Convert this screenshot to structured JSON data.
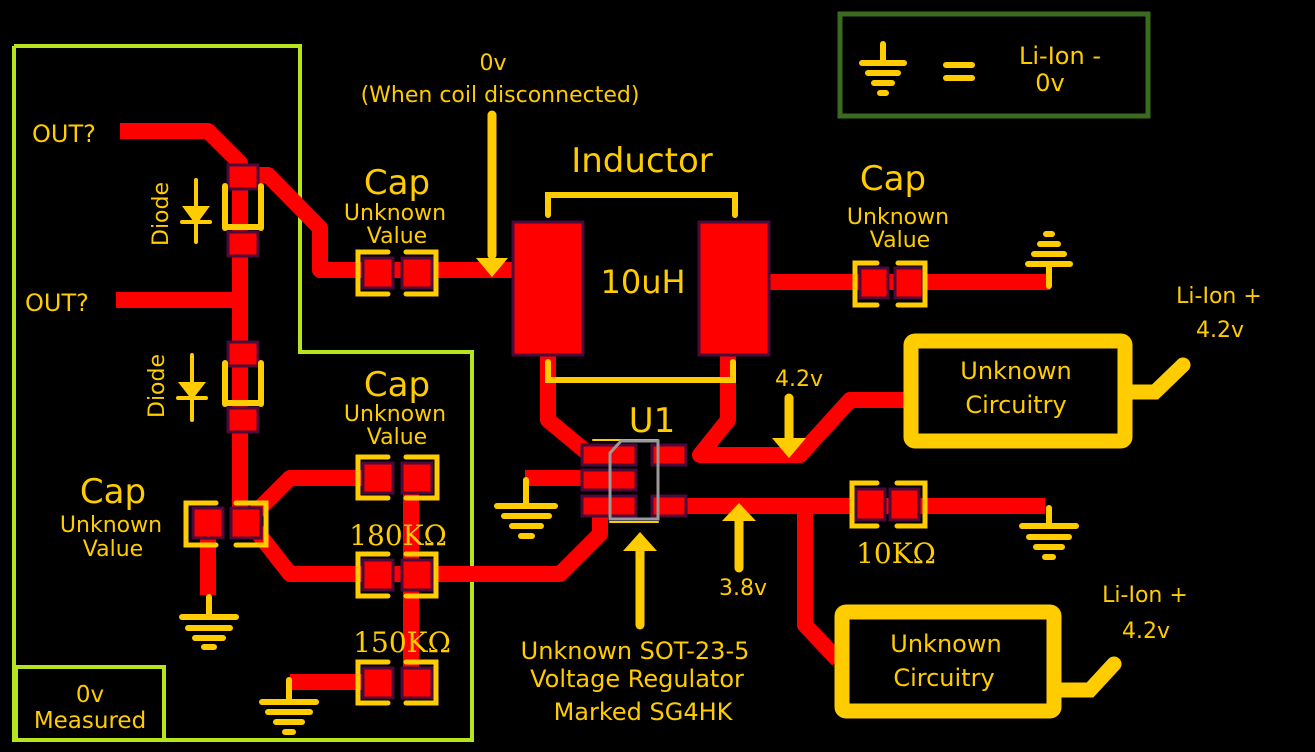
{
  "colors": {
    "background": "#000000",
    "trace": "#ff0000",
    "silkscreen": "#ffcc00",
    "region_outline": "#b5e61d",
    "legend_outline": "#3a6b1e",
    "ic_outline": "#999999"
  },
  "legend": {
    "symbol": "ground-icon",
    "equals": "=",
    "line1": "Li-Ion -",
    "line2": "0v"
  },
  "region": {
    "label_line1": "0v",
    "label_line2": "Measured"
  },
  "labels": {
    "out1": "OUT?",
    "out2": "OUT?",
    "diode1": "Diode",
    "diode2": "Diode",
    "coil_note_line1": "0v",
    "coil_note_line2": "(When coil disconnected)",
    "inductor_title": "Inductor",
    "inductor_value": "10uH",
    "u1": "U1",
    "regulator_line1": "Unknown SOT-23-5",
    "regulator_line2": "Voltage Regulator",
    "regulator_line3": "Marked SG4HK",
    "v42_arrow": "4.2v",
    "v38_arrow": "3.8v",
    "r180": "180KΩ",
    "r150": "150KΩ",
    "r10": "10KΩ"
  },
  "caps": [
    {
      "title": "Cap",
      "line1": "Unknown",
      "line2": "Value"
    },
    {
      "title": "Cap",
      "line1": "Unknown",
      "line2": "Value"
    },
    {
      "title": "Cap",
      "line1": "Unknown",
      "line2": "Value"
    },
    {
      "title": "Cap",
      "line1": "Unknown",
      "line2": "Value"
    }
  ],
  "circuitry": [
    {
      "line1": "Unknown",
      "line2": "Circuitry",
      "supply_line1": "Li-Ion +",
      "supply_line2": "4.2v"
    },
    {
      "line1": "Unknown",
      "line2": "Circuitry",
      "supply_line1": "Li-Ion +",
      "supply_line2": "4.2v"
    }
  ]
}
